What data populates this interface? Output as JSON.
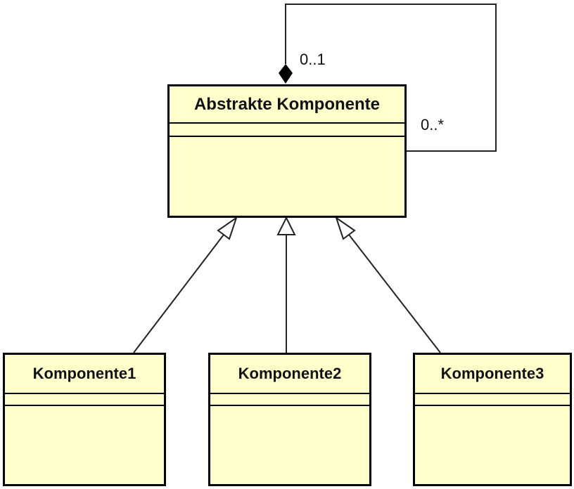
{
  "diagram": {
    "type": "UML class diagram",
    "colors": {
      "class_fill": "#ffffcc",
      "line": "#000000"
    },
    "classes": [
      {
        "id": "abstract",
        "name": "Abstrakte Komponente"
      },
      {
        "id": "k1",
        "name": "Komponente1"
      },
      {
        "id": "k2",
        "name": "Komponente2"
      },
      {
        "id": "k3",
        "name": "Komponente3"
      }
    ],
    "relations": [
      {
        "type": "composition",
        "from": "abstract",
        "to": "abstract",
        "multiplicity_whole": "0..1",
        "multiplicity_part": "0..*"
      },
      {
        "type": "generalization",
        "from": "k1",
        "to": "abstract"
      },
      {
        "type": "generalization",
        "from": "k2",
        "to": "abstract"
      },
      {
        "type": "generalization",
        "from": "k3",
        "to": "abstract"
      }
    ]
  }
}
